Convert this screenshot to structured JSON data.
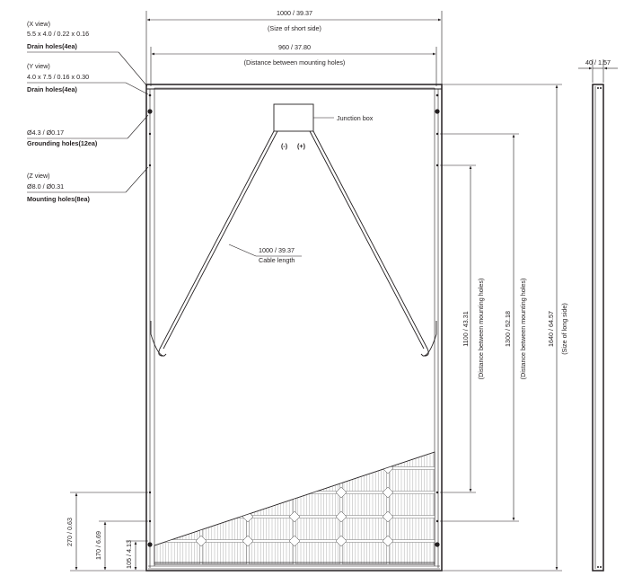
{
  "dimensions": {
    "short_side": {
      "value": "1000 / 39.37",
      "label": "(Size of short side)"
    },
    "mounting_width": {
      "value": "960 / 37.80",
      "label": "(Distance between mounting holes)"
    },
    "thickness": {
      "value": "40 / 1.57"
    },
    "long_side": {
      "value": "1640 / 64.57",
      "label": "(Size of long side)"
    },
    "mounting_1300": {
      "value": "1300 / 52.18",
      "label": "(Distance between mounting holes)"
    },
    "mounting_1100": {
      "value": "1100 / 43.31",
      "label": "(Distance between mounting holes)"
    },
    "bottom_270": {
      "value": "270 / 0.63"
    },
    "bottom_170": {
      "value": "170 / 6.69"
    },
    "bottom_105": {
      "value": "105 / 4.13"
    }
  },
  "callouts": {
    "x_view": {
      "view": "(X view)",
      "size": "5.5 x 4.0 / 0.22 x 0.16",
      "name": "Drain holes(4ea)"
    },
    "y_view": {
      "view": "(Y view)",
      "size": "4.0 x 7.5 / 0.16 x 0.30",
      "name": "Drain holes(4ea)"
    },
    "grounding": {
      "size": "Ø4.3 / Ø0.17",
      "name": "Grounding holes(12ea)"
    },
    "z_view": {
      "view": "(Z view)",
      "size": "Ø8.0 / Ø0.31",
      "name": "Mounting holes(8ea)"
    },
    "junction_box": {
      "name": "Junction box",
      "minus": "(-)",
      "plus": "(+)"
    },
    "cable": {
      "value": "1000 / 39.37",
      "name": "Cable length"
    }
  }
}
